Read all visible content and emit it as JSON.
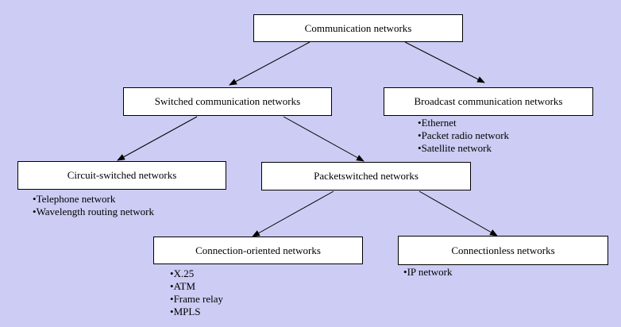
{
  "nodes": {
    "root": "Communication networks",
    "switched": "Switched communication networks",
    "broadcast": "Broadcast communication networks",
    "circuit": "Circuit-switched networks",
    "packet": "Packetswitched networks",
    "conn_oriented": "Connection-oriented networks",
    "connless": "Connectionless networks"
  },
  "lists": {
    "broadcast": [
      "Ethernet",
      "Packet radio network",
      "Satellite network"
    ],
    "circuit": [
      "Telephone network",
      "Wavelength routing network"
    ],
    "conn_oriented": [
      "X.25",
      "ATM",
      "Frame relay",
      "MPLS"
    ],
    "connless": [
      "IP network"
    ]
  }
}
